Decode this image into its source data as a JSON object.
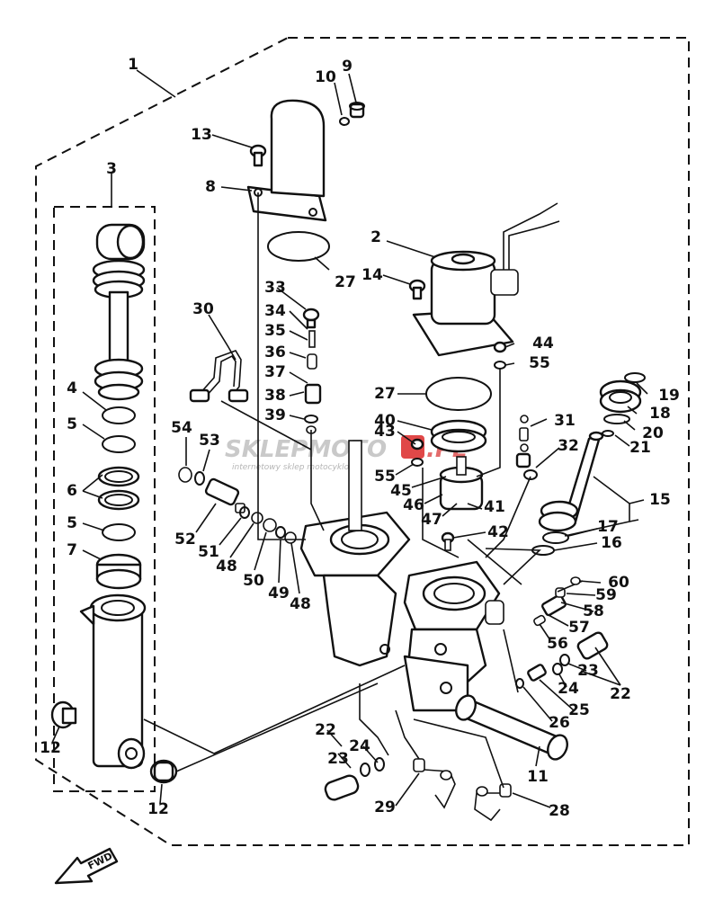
{
  "watermark": {
    "brand_left": "SKLEPMOTO",
    "brand_mid": "",
    "brand_right": ".PL",
    "tagline": "internetowy sklep motocyklowy"
  },
  "direction_arrow": {
    "label": "FWD"
  },
  "labels": {
    "l1": "1",
    "l2": "2",
    "l3": "3",
    "l4": "4",
    "l5a": "5",
    "l5b": "5",
    "l6": "6",
    "l7": "7",
    "l8": "8",
    "l9": "9",
    "l10": "10",
    "l11": "11",
    "l12a": "12",
    "l12b": "12",
    "l13": "13",
    "l14": "14",
    "l15": "15",
    "l16": "16",
    "l17": "17",
    "l18": "18",
    "l19": "19",
    "l20": "20",
    "l21": "21",
    "l22a": "22",
    "l22b": "22",
    "l23a": "23",
    "l23b": "23",
    "l24a": "24",
    "l24b": "24",
    "l25": "25",
    "l26": "26",
    "l27a": "27",
    "l27b": "27",
    "l28": "28",
    "l29": "29",
    "l30": "30",
    "l31": "31",
    "l32": "32",
    "l33": "33",
    "l34": "34",
    "l35": "35",
    "l36": "36",
    "l37": "37",
    "l38": "38",
    "l39": "39",
    "l40": "40",
    "l41": "41",
    "l42": "42",
    "l43": "43",
    "l44": "44",
    "l45": "45",
    "l46": "46",
    "l47": "47",
    "l48a": "48",
    "l48b": "48",
    "l49": "49",
    "l50": "50",
    "l51": "51",
    "l52": "52",
    "l53": "53",
    "l54": "54",
    "l55a": "55",
    "l55b": "55",
    "l56": "56",
    "l57": "57",
    "l58": "58",
    "l59": "59",
    "l60": "60"
  }
}
